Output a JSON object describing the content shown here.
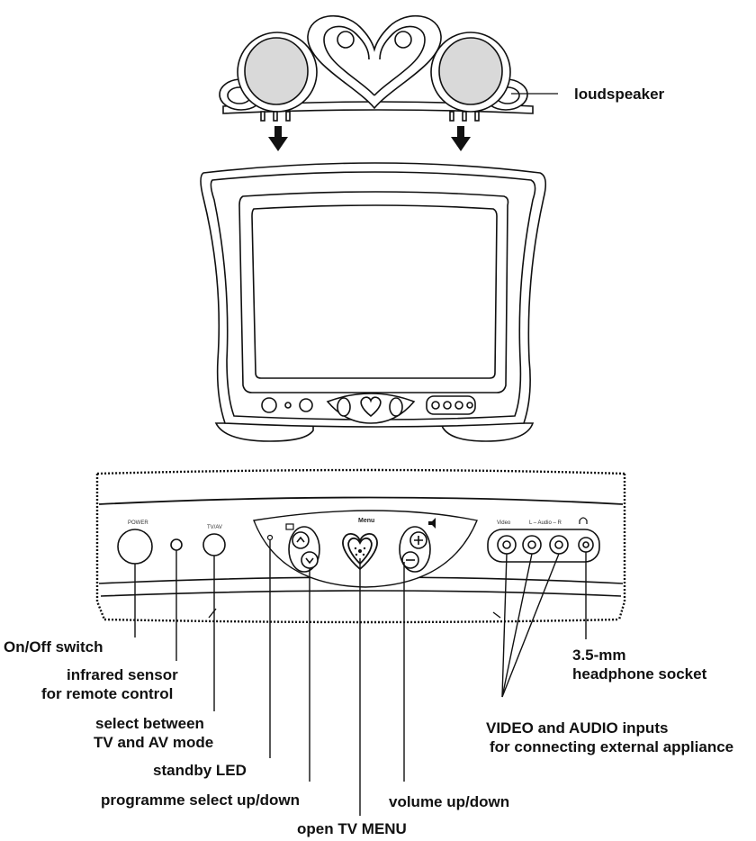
{
  "labels": {
    "loudspeaker": "loudspeaker",
    "on_off": "On/Off switch",
    "infrared_1": "infrared sensor",
    "infrared_2": "for remote control",
    "select_1": "select between",
    "select_2": "TV and AV mode",
    "standby": "standby LED",
    "programme": "programme select up/down",
    "menu_open": "open TV MENU",
    "volume": "volume up/down",
    "headphone_1": "3.5-mm",
    "headphone_2": "headphone socket",
    "inputs_1": "VIDEO and AUDIO inputs",
    "inputs_2": "for connecting external appliance"
  },
  "panel_text": {
    "power": "POWER",
    "tvav": "TV/AV",
    "menu": "Menu",
    "video": "Video",
    "audio": "L – Audio – R"
  },
  "colors": {
    "line": "#111111",
    "speaker_fill": "#d9d9d9",
    "background": "#ffffff"
  }
}
